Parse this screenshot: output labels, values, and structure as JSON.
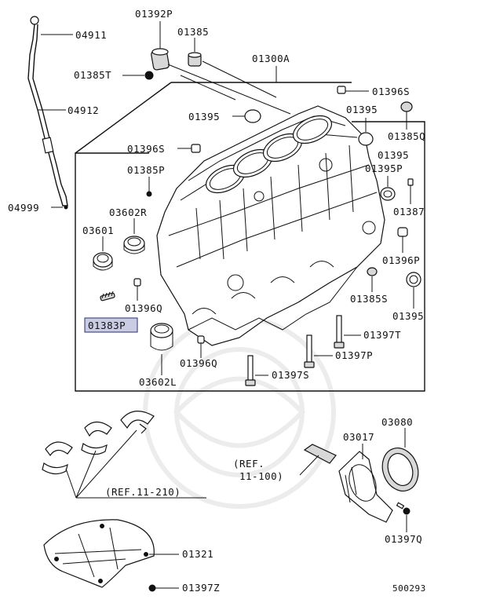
{
  "diagram": {
    "code": "500293",
    "labels": {
      "p04911": "04911",
      "p01392P": "01392P",
      "p01385": "01385",
      "p01385T": "01385T",
      "p01300A": "01300A",
      "p04912": "04912",
      "p01396S_top": "01396S",
      "p01395_a": "01395",
      "p01395_b": "01395",
      "p01385Q": "01385Q",
      "p01396S_left": "01396S",
      "p01395_c": "01395",
      "p01385P": "01385P",
      "p01395P": "01395P",
      "p04999": "04999",
      "p03602R": "03602R",
      "p01387": "01387",
      "p03601": "03601",
      "p01396P": "01396P",
      "p01385S": "01385S",
      "p01396Q_a": "01396Q",
      "p01395_d": "01395",
      "p01383P": "01383P",
      "p01397T": "01397T",
      "p01397P": "01397P",
      "p01396Q_b": "01396Q",
      "p03602L": "03602L",
      "p01397S": "01397S",
      "p03080": "03080",
      "p03017": "03017",
      "ref_1100_a": "(REF.",
      "ref_1100_b": "11-100)",
      "ref_11210": "(REF.11-210)",
      "p01397Q": "01397Q",
      "p01321": "01321",
      "p01397Z": "01397Z"
    }
  }
}
